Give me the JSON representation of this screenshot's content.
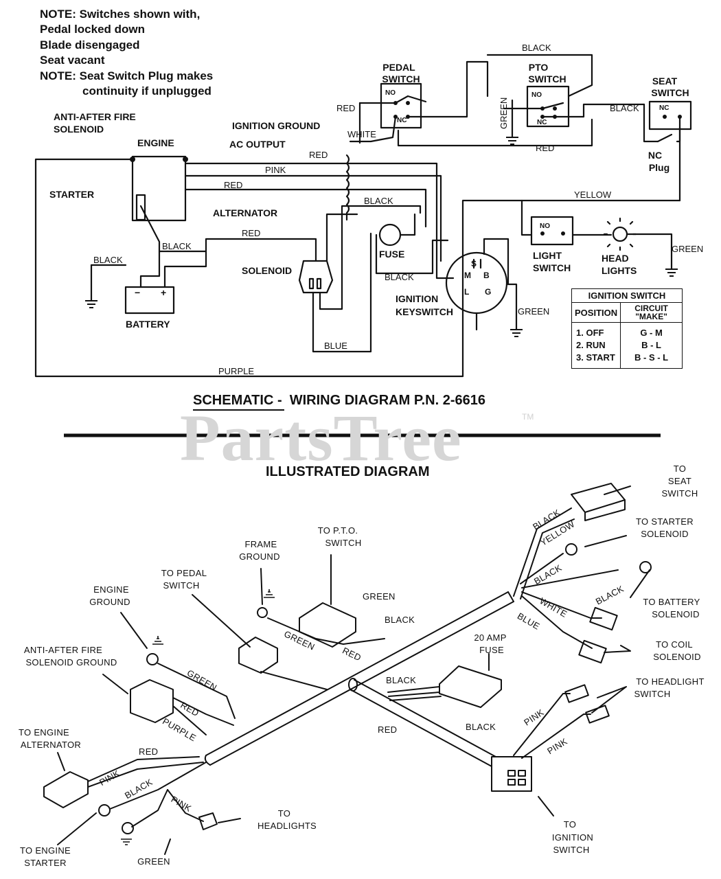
{
  "notes": {
    "line1": "NOTE: Switches shown with,",
    "line2": "Pedal locked down",
    "line3": "Blade disengaged",
    "line4": "Seat vacant",
    "line5": "NOTE: Seat Switch Plug makes",
    "line6": "continuity if unplugged"
  },
  "schematic": {
    "anti_after_fire_1": "ANTI-AFTER FIRE",
    "anti_after_fire_2": "SOLENOID",
    "engine": "ENGINE",
    "ignition_ground": "IGNITION GROUND",
    "ac_output": "AC OUTPUT",
    "starter": "STARTER",
    "alternator": "ALTERNATOR",
    "pedal_switch_1": "PEDAL",
    "pedal_switch_2": "SWITCH",
    "pto_switch_1": "PTO",
    "pto_switch_2": "SWITCH",
    "seat_switch_1": "SEAT",
    "seat_switch_2": "SWITCH",
    "nc_plug_1": "NC",
    "nc_plug_2": "Plug",
    "no": "NO",
    "nc": "NC",
    "solenoid": "SOLENOID",
    "battery": "BATTERY",
    "fuse": "FUSE",
    "ignition_keyswitch_1": "IGNITION",
    "ignition_keyswitch_2": "KEYSWITCH",
    "light_switch_1": "LIGHT",
    "light_switch_2": "SWITCH",
    "head_lights_1": "HEAD",
    "head_lights_2": "LIGHTS",
    "terminal_s": "S",
    "terminal_m": "M",
    "terminal_b": "B",
    "terminal_l": "L",
    "terminal_g": "G",
    "wires": {
      "black": "BLACK",
      "red": "RED",
      "white": "WHITE",
      "pink": "PINK",
      "green": "GREEN",
      "yellow": "YELLOW",
      "blue": "BLUE",
      "purple": "PURPLE"
    }
  },
  "ignition_table": {
    "title": "IGNITION SWITCH",
    "col_position": "POSITION",
    "col_circuit": "CIRCUIT \"MAKE\"",
    "rows": [
      {
        "position": "1. OFF",
        "make": "G - M"
      },
      {
        "position": "2. RUN",
        "make": "B - L"
      },
      {
        "position": "3. START",
        "make": "B - S - L"
      }
    ]
  },
  "schematic_title": {
    "underlined": "SCHEMATIC",
    "rest": " -  WIRING DIAGRAM P.N. 2-6616"
  },
  "watermark": "PartsTree",
  "trademark": "TM",
  "illustrated_title": "ILLUSTRATED DIAGRAM",
  "illustrated": {
    "to_seat_switch": [
      "TO",
      "SEAT",
      "SWITCH"
    ],
    "to_starter_solenoid": [
      "TO STARTER",
      "SOLENOID"
    ],
    "to_battery_solenoid": [
      "TO BATTERY",
      "SOLENOID"
    ],
    "to_coil_solenoid": [
      "TO COIL",
      "SOLENOID"
    ],
    "to_headlight_switch": [
      "TO HEADLIGHT",
      "SWITCH"
    ],
    "to_ignition_switch": [
      "TO",
      "IGNITION",
      "SWITCH"
    ],
    "to_pto_switch": [
      "TO P.T.O.",
      "SWITCH"
    ],
    "frame_ground": [
      "FRAME",
      "GROUND"
    ],
    "to_pedal_switch": [
      "TO PEDAL",
      "SWITCH"
    ],
    "engine_ground": [
      "ENGINE",
      "GROUND"
    ],
    "anti_after_fire_ground": [
      "ANTI-AFTER FIRE",
      "SOLENOID GROUND"
    ],
    "to_engine_alternator": [
      "TO ENGINE",
      "ALTERNATOR"
    ],
    "to_engine_starter": [
      "TO ENGINE",
      "STARTER"
    ],
    "to_headlights": [
      "TO",
      "HEADLIGHTS"
    ],
    "fuse_20amp": [
      "20 AMP",
      "FUSE"
    ],
    "green": "GREEN",
    "wire_labels": {
      "black": "BLACK",
      "yellow": "YELLOW",
      "white": "WHITE",
      "blue": "BLUE",
      "green": "GREEN",
      "red": "RED",
      "purple": "PURPLE",
      "pink": "PINK"
    }
  }
}
